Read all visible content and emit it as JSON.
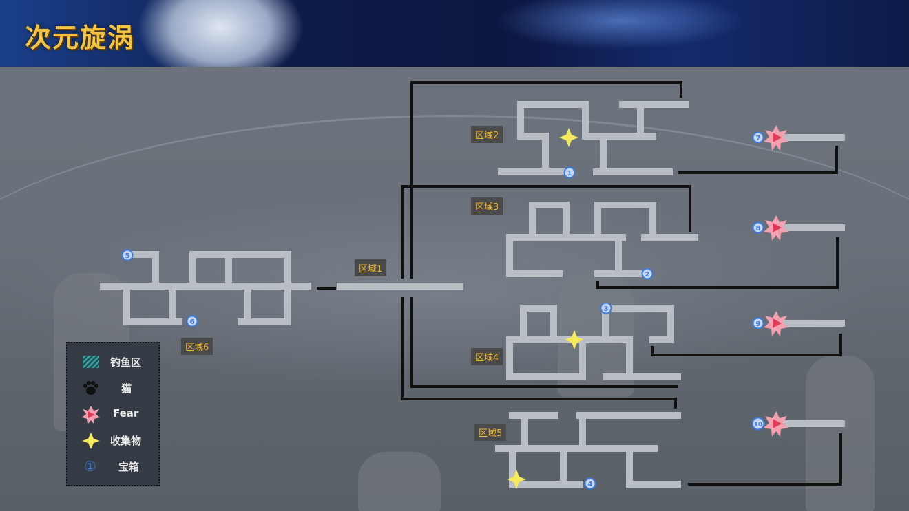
{
  "header": {
    "title": "次元旋涡"
  },
  "zones": [
    {
      "id": "zone-1",
      "label": "区域1"
    },
    {
      "id": "zone-2",
      "label": "区域2"
    },
    {
      "id": "zone-3",
      "label": "区域3"
    },
    {
      "id": "zone-4",
      "label": "区域4"
    },
    {
      "id": "zone-5",
      "label": "区域5"
    },
    {
      "id": "zone-6",
      "label": "区域6"
    }
  ],
  "chests": [
    "1",
    "2",
    "3",
    "4",
    "5",
    "6",
    "7",
    "8",
    "9",
    "10"
  ],
  "legend": {
    "items": [
      {
        "icon": "fishing-zone-icon",
        "label": "钓鱼区"
      },
      {
        "icon": "cat-paw-icon",
        "label": "猫"
      },
      {
        "icon": "fear-icon",
        "label": "Fear"
      },
      {
        "icon": "collectible-star-icon",
        "label": "收集物"
      },
      {
        "icon": "chest-number-icon",
        "glyph": "①",
        "label": "宝箱"
      }
    ]
  },
  "colors": {
    "path": "#b9bec5",
    "connector": "#111111",
    "title": "#f4c542",
    "zone_label_text": "#f0b429",
    "chest_marker": "#3a7be0",
    "collectible": "#f7ea5a",
    "fear_star": "#f3a0b0",
    "fear_triangle": "#e23b5a"
  }
}
